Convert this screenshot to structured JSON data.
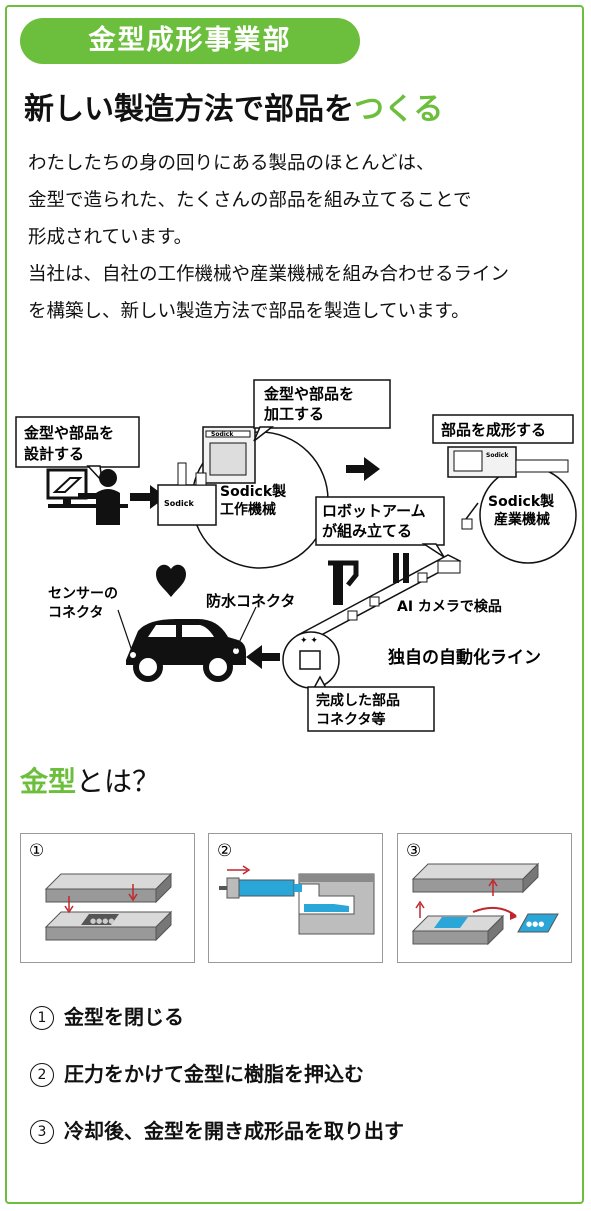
{
  "header": {
    "department": "金型成形事業部",
    "headline_main": "新しい製造方法で部品を",
    "headline_accent": "つくる"
  },
  "intro": {
    "lines": [
      "わたしたちの身の回りにある製品のほとんどは、",
      "金型で造られた、たくさんの部品を組み立てることで",
      "形成されています。",
      "当社は、自社の工作機械や産業機械を組み合わせるライン",
      "を構築し、新しい製造方法で部品を製造しています。"
    ]
  },
  "diagram": {
    "design_label": [
      "金型や部品を",
      "設計する"
    ],
    "machining_label": [
      "金型や部品を",
      "加工する"
    ],
    "machine_tool_label": [
      "Sodick製",
      "工作機械"
    ],
    "molding_label": "部品を成形する",
    "industrial_machine_label": [
      "Sodick製",
      "産業機械"
    ],
    "robot_label": [
      "ロボットアーム",
      "が組み立てる"
    ],
    "ai_label": "AI カメラで検品",
    "line_label": "独自の自動化ライン",
    "finished_label": [
      "完成した部品",
      "コネクタ等"
    ],
    "sensor_label": [
      "センサーの",
      "コネクタ"
    ],
    "waterproof_label": "防水コネクタ",
    "brand": "Sodick"
  },
  "section2": {
    "title_accent": "金型",
    "title_rest": "とは？"
  },
  "steps": [
    {
      "num": "①",
      "text": "金型を閉じる"
    },
    {
      "num": "②",
      "text": "圧力をかけて金型に樹脂を押込む"
    },
    {
      "num": "③",
      "text": "冷却後、金型を開き成形品を取り出す"
    }
  ],
  "colors": {
    "accent": "#6cbf3c",
    "resin": "#2aa6d8",
    "arrow": "#c0272d"
  }
}
